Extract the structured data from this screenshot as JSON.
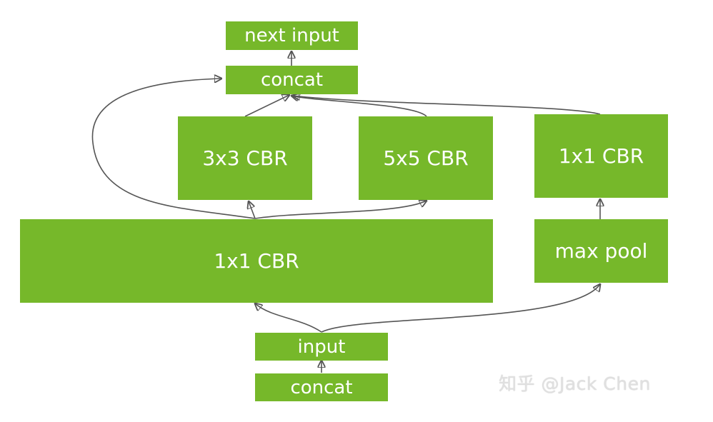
{
  "diagram": {
    "nodes": {
      "next_input": "next input",
      "concat_top": "concat",
      "conv3x3": "3x3 CBR",
      "conv5x5": "5x5 CBR",
      "conv1x1_right": "1x1 CBR",
      "conv1x1_main": "1x1 CBR",
      "max_pool": "max pool",
      "input": "input",
      "concat_bottom": "concat"
    },
    "watermark": "知乎 @Jack Chen",
    "colors": {
      "box": "#76b82a",
      "arrow": "#555555",
      "text": "#ffffff"
    }
  }
}
